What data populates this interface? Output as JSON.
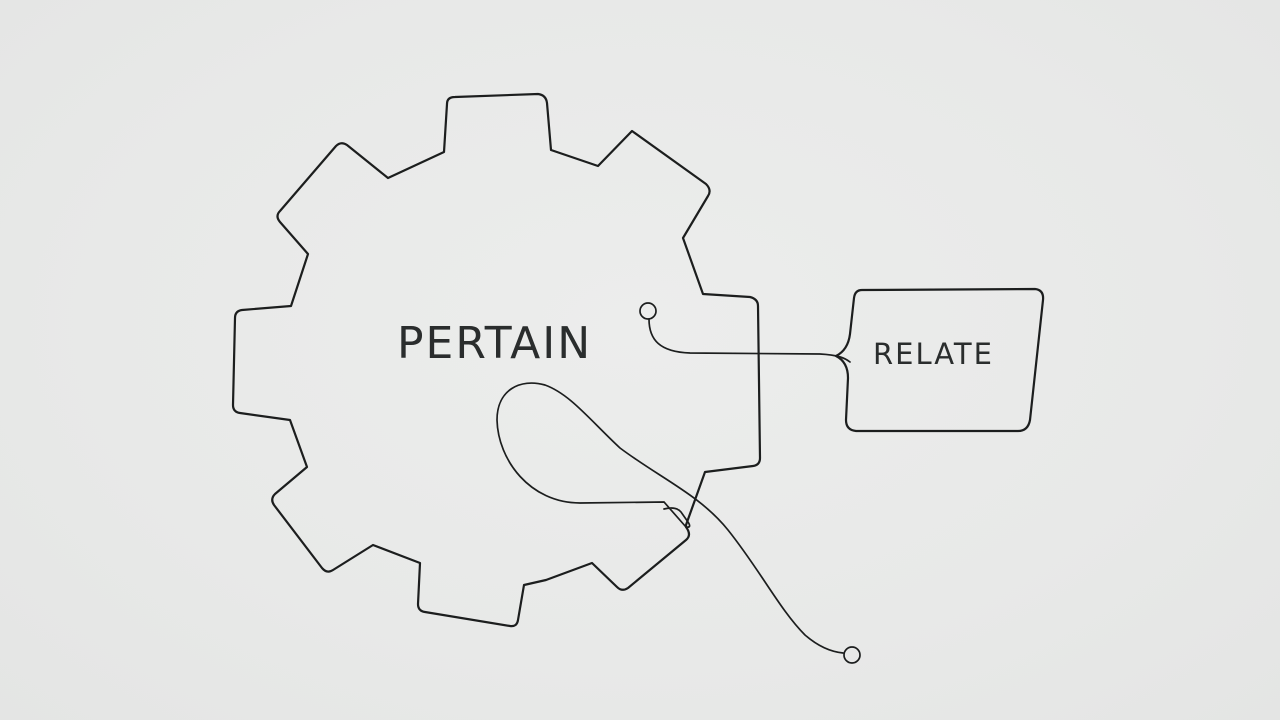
{
  "diagram": {
    "central_concept": {
      "label": "PERTAIN",
      "shape": "gear-icon"
    },
    "related_concept": {
      "label": "RELATE",
      "shape": "rounded-parallelogram-box"
    },
    "connectors": [
      {
        "from": "node-circle-inside-gear",
        "to": "RELATE",
        "style": "curved-line-with-brace"
      },
      {
        "from": "loop-inside-gear",
        "to": "node-circle-bottom",
        "style": "curved-line"
      }
    ],
    "colors": {
      "background": "#e8e9e8",
      "stroke": "#1c1e1e",
      "text": "#2a2d2d"
    }
  }
}
